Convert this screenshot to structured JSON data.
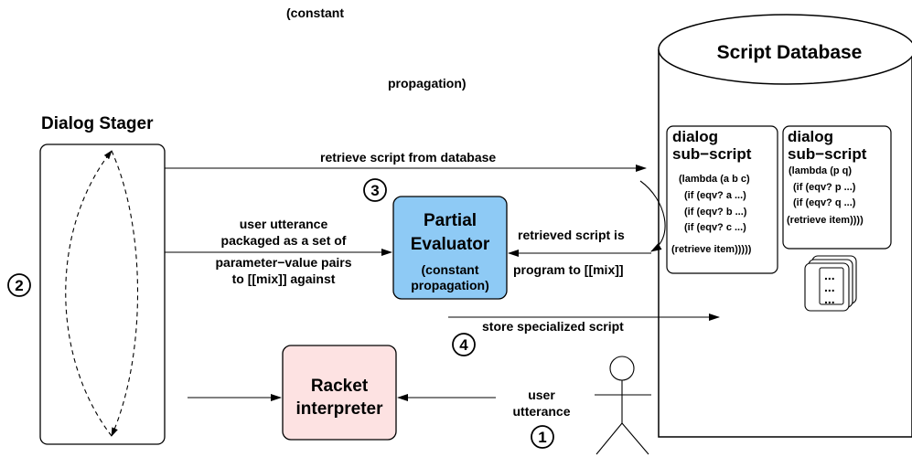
{
  "floating_text": {
    "line1": "(constant",
    "line2": "propagation)"
  },
  "dialog_stager": {
    "title": "Dialog Stager",
    "step": "2"
  },
  "script_database": {
    "title": "Script Database",
    "subscript1": {
      "heading1": "dialog",
      "heading2": "sub−script",
      "code": [
        "(lambda (a b c)",
        "(if (eqv? a ...)",
        "(if (eqv? b ...)",
        "(if (eqv? c ...)",
        "(retrieve item)))))"
      ]
    },
    "subscript2": {
      "heading1": "dialog",
      "heading2": "sub−script",
      "code": [
        "(lambda (p q)",
        "(if (eqv? p ...)",
        "(if (eqv? q ...)",
        "(retrieve item))))"
      ]
    },
    "more_label": "..."
  },
  "partial_evaluator": {
    "title1": "Partial",
    "title2": "Evaluator",
    "sub1": "(constant",
    "sub2": "propagation)",
    "step": "3",
    "color": "#8ecaf5"
  },
  "racket": {
    "title1": "Racket",
    "title2": "interpreter",
    "color": "#fde2e2"
  },
  "arrows": {
    "retrieve": "retrieve script from database",
    "packaged": [
      "user utterance",
      "packaged as a set of",
      "parameter−value pairs",
      "to [[mix]] against"
    ],
    "retrieved": [
      "retrieved script is",
      "program to [[mix]]"
    ],
    "store": "store specialized script",
    "store_step": "4",
    "user_utterance": [
      "user",
      "utterance"
    ],
    "user_step": "1"
  },
  "user_figure": "stick-figure-icon"
}
